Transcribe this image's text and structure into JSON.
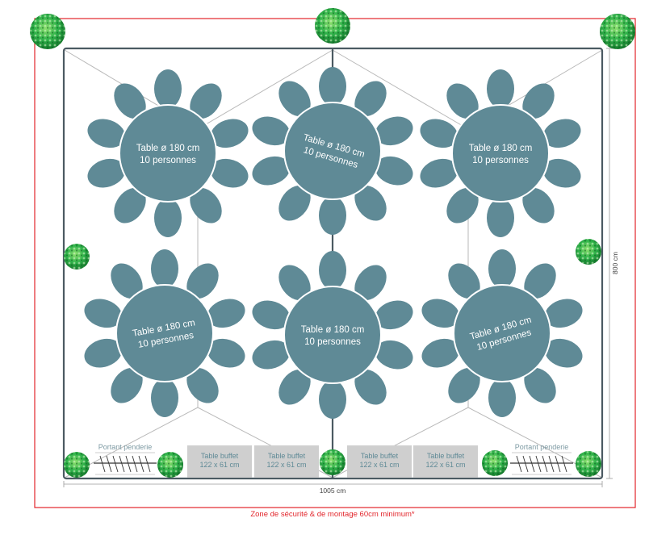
{
  "tables": [
    {
      "line1": "Table ø 180 cm",
      "line2": "10 personnes"
    },
    {
      "line1": "Table ø 180 cm",
      "line2": "10 personnes"
    },
    {
      "line1": "Table ø 180 cm",
      "line2": "10 personnes"
    },
    {
      "line1": "Table ø 180 cm",
      "line2": "10 personnes"
    },
    {
      "line1": "Table ø 180 cm",
      "line2": "10 personnes"
    },
    {
      "line1": "Table ø 180 cm",
      "line2": "10 personnes"
    }
  ],
  "buffets": [
    {
      "line1": "Table buffet",
      "line2": "122 x 61 cm"
    },
    {
      "line1": "Table buffet",
      "line2": "122 x 61 cm"
    },
    {
      "line1": "Table buffet",
      "line2": "122 x 61 cm"
    },
    {
      "line1": "Table buffet",
      "line2": "122 x 61 cm"
    }
  ],
  "racks": [
    {
      "label": "Portant penderie"
    },
    {
      "label": "Portant penderie"
    }
  ],
  "dimensions": {
    "width": "1005 cm",
    "height": "800 cm"
  },
  "safety_zone": "Zone de sécurité & de montage 60cm minimum*",
  "colors": {
    "table": "#5f8a96",
    "buffet": "#cfcfcf",
    "safety_border": "#e2252b",
    "tent_frame": "#4b5a62",
    "plant": "#2fb34a"
  }
}
